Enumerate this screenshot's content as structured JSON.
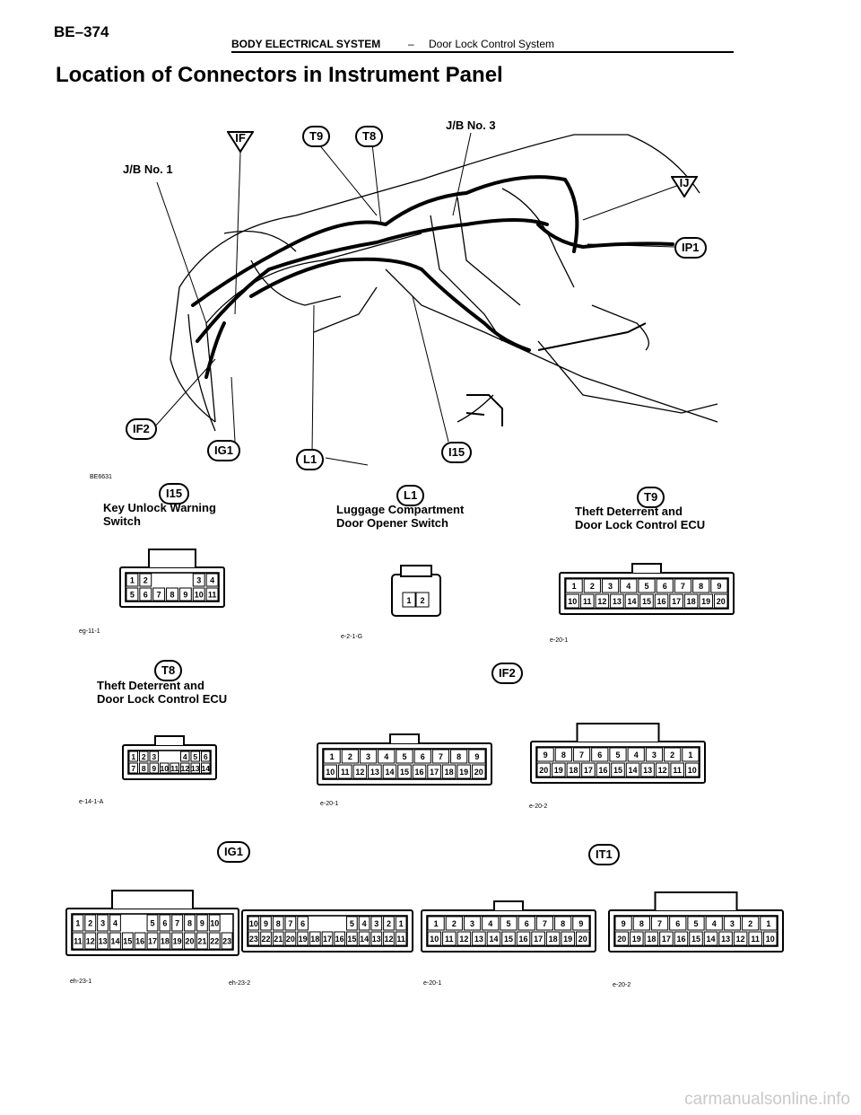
{
  "header": {
    "page_number": "BE–374",
    "section": "BODY ELECTRICAL SYSTEM",
    "separator": "–",
    "topic": "Door Lock Control System"
  },
  "title": "Location of Connectors in Instrument Panel",
  "figure": {
    "code": "BE6631",
    "labels": {
      "jb1": "J/B No. 1",
      "jb3": "J/B No. 3",
      "if": "IF",
      "ij": "IJ",
      "t9": "T9",
      "t8": "T8",
      "ip1": "IP1",
      "if2": "IF2",
      "ig1": "IG1",
      "l1": "L1",
      "i15": "I15"
    }
  },
  "connectors": [
    {
      "tag": "I15",
      "name": "Key Unlock Warning\nSwitch",
      "codes": [
        "eg-11-1"
      ],
      "pins_top": [
        "1",
        "2",
        "3",
        "4"
      ],
      "pins_bottom": [
        "5",
        "6",
        "7",
        "8",
        "9",
        "10",
        "11"
      ]
    },
    {
      "tag": "L1",
      "name": "Luggage Compartment\nDoor Opener Switch",
      "codes": [
        "e-2-1-G"
      ],
      "pins": [
        "1",
        "2"
      ]
    },
    {
      "tag": "T9",
      "name": "Theft Deterrent and\nDoor Lock Control ECU",
      "codes": [
        "e-20-1"
      ],
      "pins_top": [
        "1",
        "2",
        "3",
        "4",
        "5",
        "6",
        "7",
        "8",
        "9"
      ],
      "pins_bottom": [
        "10",
        "11",
        "12",
        "13",
        "14",
        "15",
        "16",
        "17",
        "18",
        "19",
        "20"
      ]
    },
    {
      "tag": "T8",
      "name": "Theft Deterrent and\nDoor Lock Control ECU",
      "codes": [
        "e-14-1-A"
      ],
      "pins_top": [
        "1",
        "2",
        "3",
        "4",
        "5",
        "6"
      ],
      "pins_bottom": [
        "7",
        "8",
        "9",
        "10",
        "11",
        "12",
        "13",
        "14"
      ]
    },
    {
      "tag": "IF2",
      "name": "",
      "codes": [
        "e-20-1",
        "e-20-2"
      ],
      "pins_top": [
        "9",
        "8",
        "7",
        "6",
        "5",
        "4",
        "3",
        "2",
        "1"
      ],
      "pins_bottom": [
        "20",
        "19",
        "18",
        "17",
        "16",
        "15",
        "14",
        "13",
        "12",
        "11",
        "10"
      ]
    },
    {
      "tag": "IG1",
      "name": "",
      "codes": [
        "eh-23-1",
        "eh-23-2"
      ],
      "pins_top": [
        "1",
        "2",
        "3",
        "4",
        "5",
        "6",
        "7",
        "8",
        "9",
        "10"
      ],
      "pins_bottom": [
        "11",
        "12",
        "13",
        "14",
        "15",
        "16",
        "17",
        "18",
        "19",
        "20",
        "21",
        "22",
        "23"
      ]
    },
    {
      "tag": "IT1",
      "name": "",
      "codes": [
        "e-20-1",
        "e-20-2"
      ],
      "pins_top": [
        "1",
        "2",
        "3",
        "4",
        "5",
        "6",
        "7",
        "8",
        "9"
      ],
      "pins_bottom": [
        "10",
        "11",
        "12",
        "13",
        "14",
        "15",
        "16",
        "17",
        "18",
        "19",
        "20"
      ]
    }
  ],
  "footer": "carmanualsonline.info"
}
